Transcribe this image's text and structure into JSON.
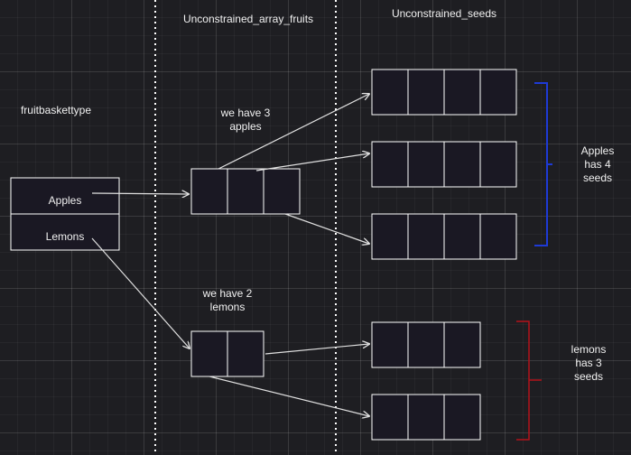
{
  "headers": {
    "fruits": "Unconstrained_array_fruits",
    "seeds": "Unconstrained_seeds"
  },
  "record": {
    "name": "fruitbaskettype",
    "fields": [
      "Apples",
      "Lemons"
    ]
  },
  "notes": {
    "apples_count": [
      "we have 3",
      "apples"
    ],
    "lemons_count": [
      "we have 2",
      "lemons"
    ],
    "apples_seeds": [
      "Apples",
      "has 4",
      "seeds"
    ],
    "lemons_seeds": [
      "lemons",
      "has 3",
      "seeds"
    ]
  },
  "colors": {
    "background": "#1e1e22",
    "box_fill": "#1a1823",
    "stroke": "#ffffff",
    "arrow": "#e0e0e0",
    "apples_bracket": "#1e3ad6",
    "lemons_bracket": "#b3121b"
  }
}
